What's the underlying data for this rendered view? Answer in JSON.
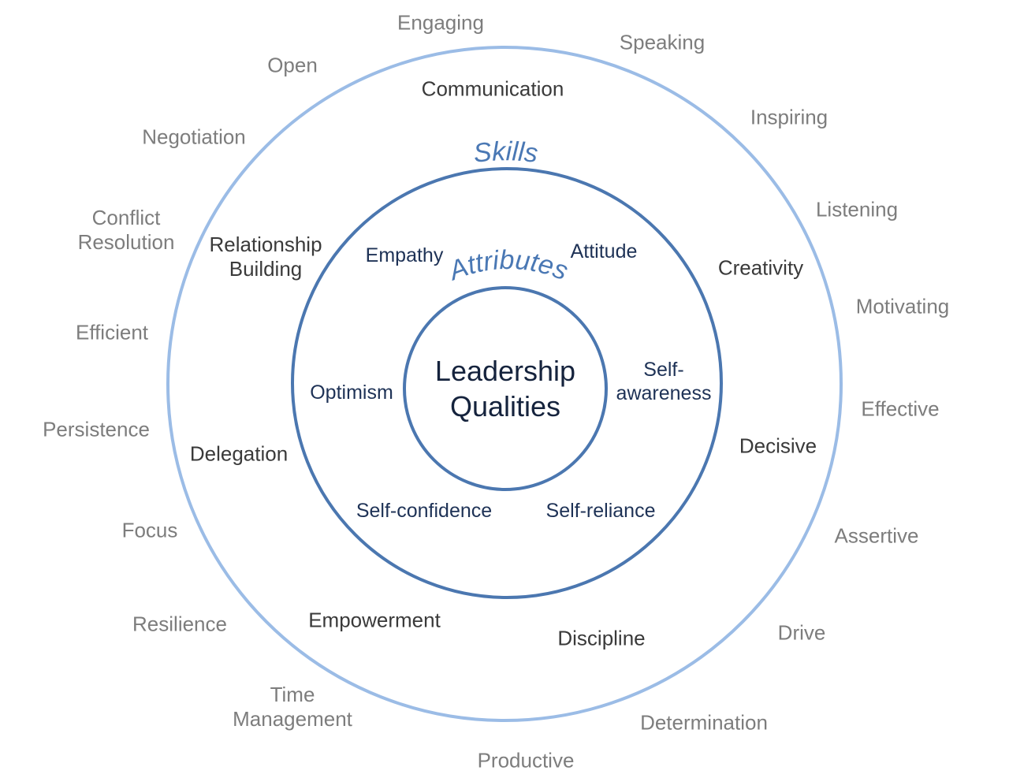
{
  "diagram": {
    "center": {
      "line1": "Leadership",
      "line2": "Qualities"
    },
    "ring_titles": {
      "skills": "Skills",
      "attributes": "Attributes"
    },
    "attributes": {
      "empathy": "Empathy",
      "attitude": "Attitude",
      "optimism": "Optimism",
      "self_awareness_1": "Self-",
      "self_awareness_2": "awareness",
      "self_confidence": "Self-confidence",
      "self_reliance": "Self-reliance"
    },
    "skills": {
      "communication": "Communication",
      "relationship_1": "Relationship",
      "relationship_2": "Building",
      "creativity": "Creativity",
      "delegation": "Delegation",
      "decisive": "Decisive",
      "empowerment": "Empowerment",
      "discipline": "Discipline"
    },
    "outer": {
      "engaging": "Engaging",
      "speaking": "Speaking",
      "open": "Open",
      "inspiring": "Inspiring",
      "negotiation": "Negotiation",
      "listening": "Listening",
      "conflict_1": "Conflict",
      "conflict_2": "Resolution",
      "motivating": "Motivating",
      "efficient": "Efficient",
      "effective": "Effective",
      "persistence": "Persistence",
      "focus": "Focus",
      "assertive": "Assertive",
      "resilience": "Resilience",
      "drive": "Drive",
      "time_1": "Time",
      "time_2": "Management",
      "determination": "Determination",
      "productive": "Productive"
    },
    "colors": {
      "outer_ring": "#9bbce6",
      "middle_ring": "#4b77b0",
      "inner_ring": "#4b77b0"
    }
  }
}
